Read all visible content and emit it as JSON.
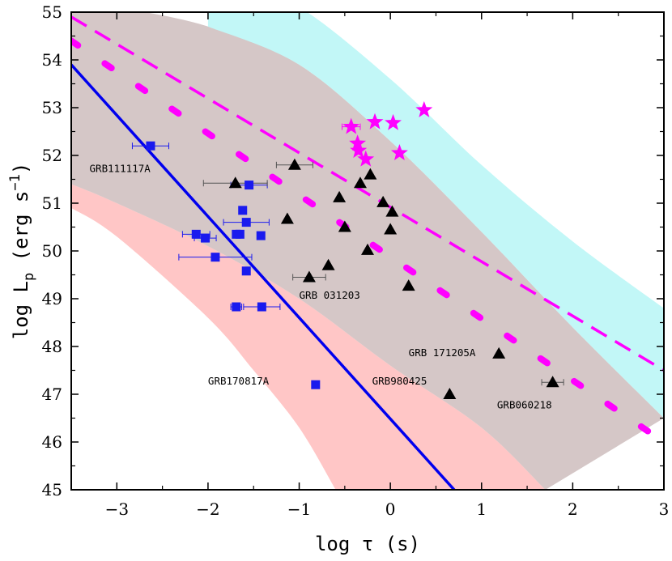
{
  "chart_data": {
    "type": "scatter",
    "title": "",
    "xlabel": "log τ (s)",
    "ylabel": "log L_p (erg s^-1)",
    "xlim": [
      -3.5,
      3
    ],
    "ylim": [
      45,
      55
    ],
    "x_ticks": [
      -3,
      -2,
      -1,
      0,
      1,
      2,
      3
    ],
    "y_ticks": [
      45,
      46,
      47,
      48,
      49,
      50,
      51,
      52,
      53,
      54,
      55
    ],
    "grid": false,
    "bands": [
      {
        "name": "red-band",
        "color": "#ffb3b3",
        "opacity": 0.75,
        "upper": [
          [
            -3.5,
            51.4
          ],
          [
            -3,
            51.0
          ],
          [
            -2,
            50.1
          ],
          [
            -1,
            49.0
          ],
          [
            0,
            47.6
          ],
          [
            1,
            46.3
          ],
          [
            1.7,
            45.0
          ]
        ],
        "lower": [
          [
            -3.5,
            50.9
          ],
          [
            -3,
            50.3
          ],
          [
            -2,
            48.6
          ],
          [
            -1.5,
            47.5
          ],
          [
            -1,
            46.3
          ],
          [
            -0.6,
            45.0
          ]
        ]
      },
      {
        "name": "gray-band",
        "color": "#cab9b9",
        "opacity": 0.8,
        "upper": [
          [
            -3.5,
            55.2
          ],
          [
            -3,
            55.1
          ],
          [
            -2,
            54.7
          ],
          [
            -1,
            53.9
          ],
          [
            0,
            52.3
          ],
          [
            1,
            50.4
          ],
          [
            2,
            48.4
          ],
          [
            3,
            46.5
          ]
        ],
        "lower": [
          [
            -3.5,
            51.4
          ],
          [
            -3,
            51.0
          ],
          [
            -2,
            50.1
          ],
          [
            -1,
            49.0
          ],
          [
            0,
            47.6
          ],
          [
            1,
            46.3
          ],
          [
            1.7,
            45.0
          ]
        ]
      },
      {
        "name": "cyan-band",
        "color": "#c2f7f7",
        "opacity": 1,
        "upper": [
          [
            -2.0,
            55.2
          ],
          [
            -1.5,
            55.2
          ],
          [
            -1,
            55.1
          ],
          [
            0,
            53.6
          ],
          [
            1,
            51.8
          ],
          [
            2,
            50.2
          ],
          [
            3,
            48.8
          ]
        ],
        "lower": [
          [
            -2.0,
            54.7
          ],
          [
            -1,
            53.9
          ],
          [
            0,
            52.3
          ],
          [
            1,
            50.4
          ],
          [
            2,
            48.4
          ],
          [
            3,
            46.5
          ]
        ]
      }
    ],
    "lines": [
      {
        "name": "blue-solid-fit",
        "style": "solid",
        "color": "#0000ee",
        "points": [
          [
            -3.5,
            53.9
          ],
          [
            0.7,
            45.0
          ]
        ]
      },
      {
        "name": "magenta-dashed-fit",
        "style": "dashed",
        "color": "#ff00ff",
        "points": [
          [
            -3.5,
            54.9
          ],
          [
            3.0,
            47.5
          ]
        ]
      },
      {
        "name": "magenta-dotted-fit",
        "style": "dotted",
        "color": "#ff00ff",
        "points": [
          [
            -3.5,
            54.4
          ],
          [
            3.0,
            46.0
          ]
        ]
      }
    ],
    "series": [
      {
        "marker": "square",
        "color": "#1a1aee",
        "points": [
          {
            "x": -2.63,
            "y": 52.2,
            "xerr": 0.2
          },
          {
            "x": -1.55,
            "y": 51.38,
            "xerr": 0.2
          },
          {
            "x": -1.62,
            "y": 50.85
          },
          {
            "x": -1.58,
            "y": 50.6,
            "xerr": 0.25
          },
          {
            "x": -2.13,
            "y": 50.35,
            "xerr": 0.15
          },
          {
            "x": -2.03,
            "y": 50.27,
            "xerr": 0.12
          },
          {
            "x": -1.69,
            "y": 50.35
          },
          {
            "x": -1.65,
            "y": 50.35
          },
          {
            "x": -1.42,
            "y": 50.32
          },
          {
            "x": -1.92,
            "y": 49.87,
            "xerr": 0.4
          },
          {
            "x": -1.58,
            "y": 49.58
          },
          {
            "x": -1.69,
            "y": 48.83,
            "xerr": 0.06
          },
          {
            "x": -1.41,
            "y": 48.83,
            "xerr": 0.2
          },
          {
            "x": -0.82,
            "y": 47.2
          }
        ]
      },
      {
        "marker": "triangle",
        "color": "#000000",
        "points": [
          {
            "x": -1.7,
            "y": 51.42,
            "xerr": 0.35
          },
          {
            "x": -1.05,
            "y": 51.8,
            "xerr": 0.2
          },
          {
            "x": -0.22,
            "y": 51.6
          },
          {
            "x": -0.33,
            "y": 51.42
          },
          {
            "x": -0.56,
            "y": 51.12
          },
          {
            "x": -0.08,
            "y": 51.02
          },
          {
            "x": 0.02,
            "y": 50.82
          },
          {
            "x": -1.13,
            "y": 50.67
          },
          {
            "x": -0.5,
            "y": 50.5
          },
          {
            "x": 0.0,
            "y": 50.45
          },
          {
            "x": -0.25,
            "y": 50.02
          },
          {
            "x": -0.68,
            "y": 49.7
          },
          {
            "x": -0.89,
            "y": 49.45,
            "xerr": 0.18
          },
          {
            "x": 0.2,
            "y": 49.27
          },
          {
            "x": 1.19,
            "y": 47.85
          },
          {
            "x": 0.65,
            "y": 47.0
          },
          {
            "x": 1.78,
            "y": 47.25,
            "xerr": 0.12
          }
        ]
      },
      {
        "marker": "star",
        "color": "#ff00ff",
        "points": [
          {
            "x": -0.43,
            "y": 52.6,
            "xerr": 0.1
          },
          {
            "x": -0.17,
            "y": 52.7
          },
          {
            "x": 0.03,
            "y": 52.68
          },
          {
            "x": 0.37,
            "y": 52.95
          },
          {
            "x": -0.36,
            "y": 52.25
          },
          {
            "x": -0.35,
            "y": 52.1
          },
          {
            "x": -0.27,
            "y": 51.92
          },
          {
            "x": 0.1,
            "y": 52.05
          }
        ]
      }
    ],
    "annotations": [
      {
        "text": "GRB111117A",
        "x": -3.3,
        "y": 51.65
      },
      {
        "text": "GRB 031203",
        "x": -1.0,
        "y": 49.0
      },
      {
        "text": "GRB 171205A",
        "x": 0.2,
        "y": 47.8
      },
      {
        "text": "GRB980425",
        "x": -0.2,
        "y": 47.2
      },
      {
        "text": "GRB060218",
        "x": 1.17,
        "y": 46.7
      },
      {
        "text": "GRB170817A",
        "x": -2.0,
        "y": 47.2
      }
    ]
  }
}
